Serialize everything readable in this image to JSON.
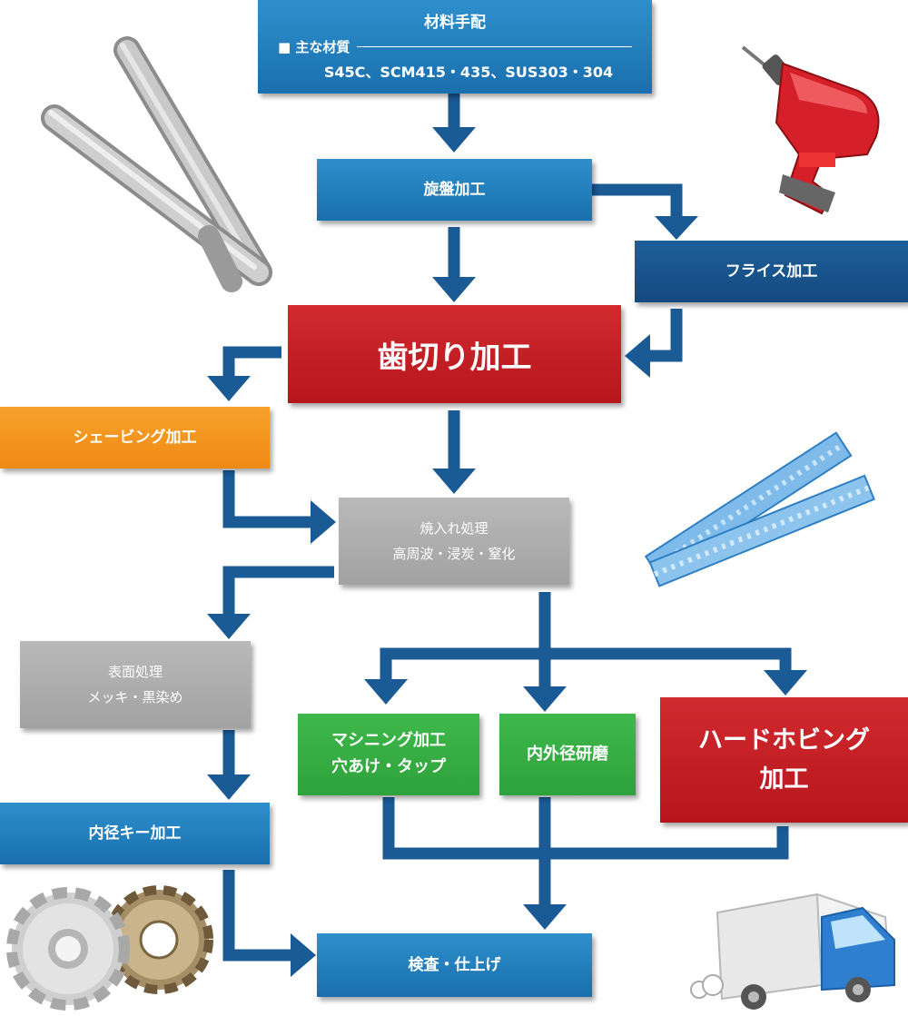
{
  "flow": {
    "materials": {
      "title": "材料手配",
      "subtitle_prefix": "■ 主な材質",
      "materials_list": "S45C、SCM415・435、SUS303・304"
    },
    "lathe": "旋盤加工",
    "milling": "フライス加工",
    "gear_cutting": "歯切り加工",
    "shaving": "シェービング加工",
    "hardening": {
      "line1": "焼入れ処理",
      "line2": "高周波・浸炭・窒化"
    },
    "surface": {
      "line1": "表面処理",
      "line2": "メッキ・黒染め"
    },
    "machining": {
      "line1": "マシニング加工",
      "line2": "穴あけ・タップ"
    },
    "grinding": "内外径研磨",
    "hard_hobbing": {
      "line1": "ハードホビング",
      "line2": "加工"
    },
    "keyway": "内径キー加工",
    "inspection": "検査・仕上げ"
  },
  "colors": {
    "arrow": "#1a5a95",
    "blue": "#1f7fc0",
    "navy": "#174f86",
    "red": "#c81d23",
    "orange": "#f39420",
    "gray": "#a9a9a9",
    "green": "#36ad44"
  },
  "illustrations": [
    "steel-bars",
    "electric-drill",
    "gear-racks",
    "gears",
    "delivery-truck"
  ]
}
